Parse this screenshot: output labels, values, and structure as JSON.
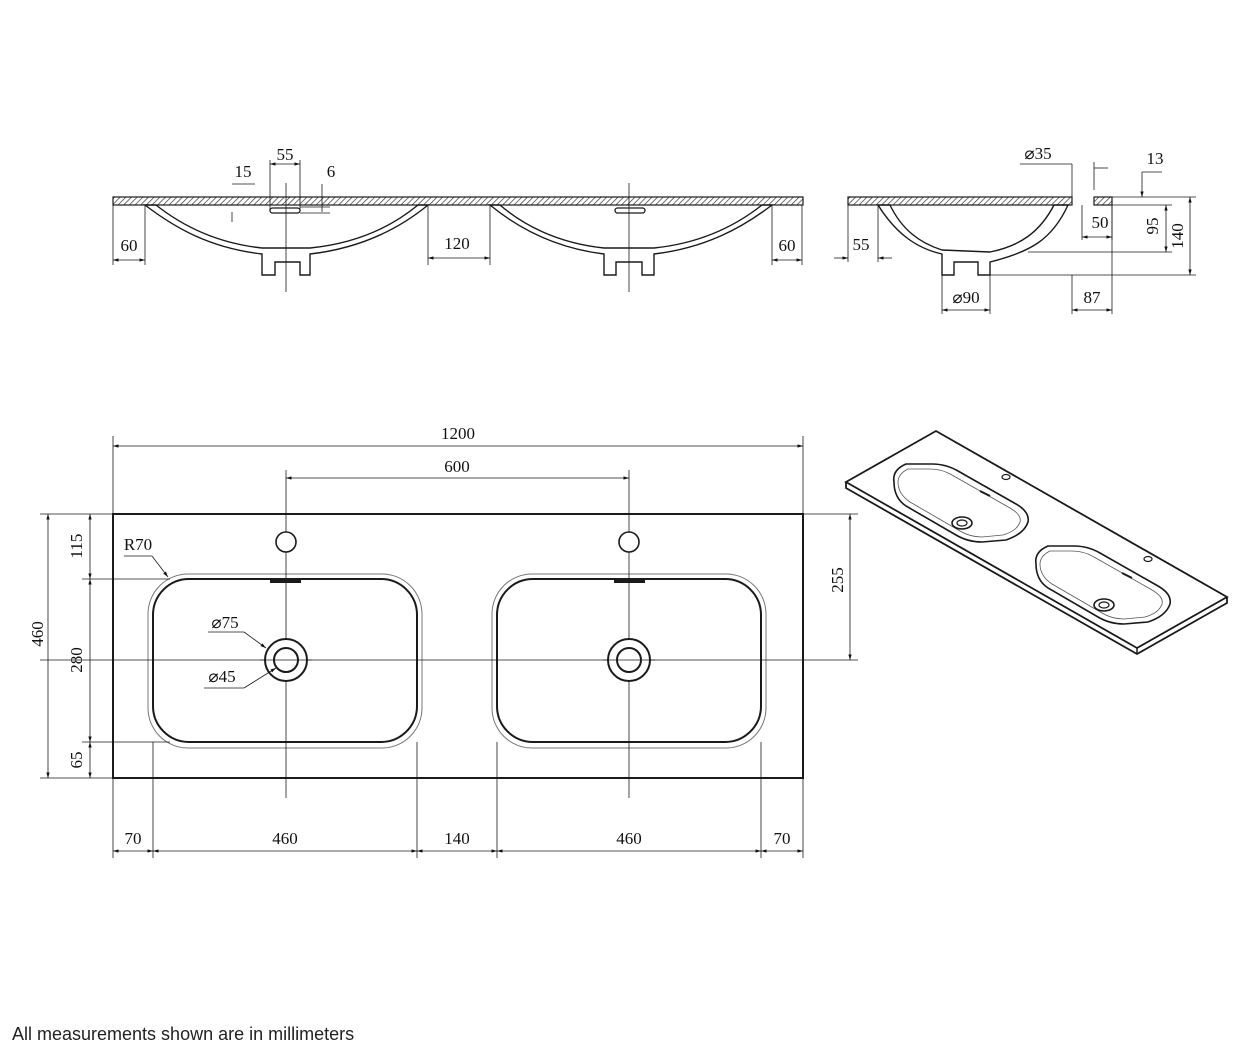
{
  "footnote": "All measurements shown are in millimeters",
  "front_section": {
    "labels": {
      "hole_w": "55",
      "offset": "15",
      "thickness": "6",
      "edge_left": "60",
      "gap": "120",
      "edge_right": "60"
    }
  },
  "side_section": {
    "labels": {
      "tap_dia": "⌀35",
      "top_t": "13",
      "lip": "50",
      "depth_inner": "95",
      "height": "140",
      "edge": "55",
      "drain_dia": "⌀90",
      "drain_offset": "87"
    }
  },
  "plan_view": {
    "labels": {
      "total_width": "1200",
      "bowl_spacing": "600",
      "radius": "R70",
      "outer_dia": "⌀75",
      "inner_dia": "⌀45",
      "depth": "460",
      "top_margin": "115",
      "bowl_depth": "280",
      "bottom_margin": "65",
      "tap_to_drain": "255",
      "left_margin": "70",
      "bowl1_width": "460",
      "bowl_gap": "140",
      "bowl2_width": "460",
      "right_margin": "70"
    }
  },
  "colors": {
    "line": "#1a1a1a",
    "background": "#ffffff",
    "hatch": "#333333"
  }
}
